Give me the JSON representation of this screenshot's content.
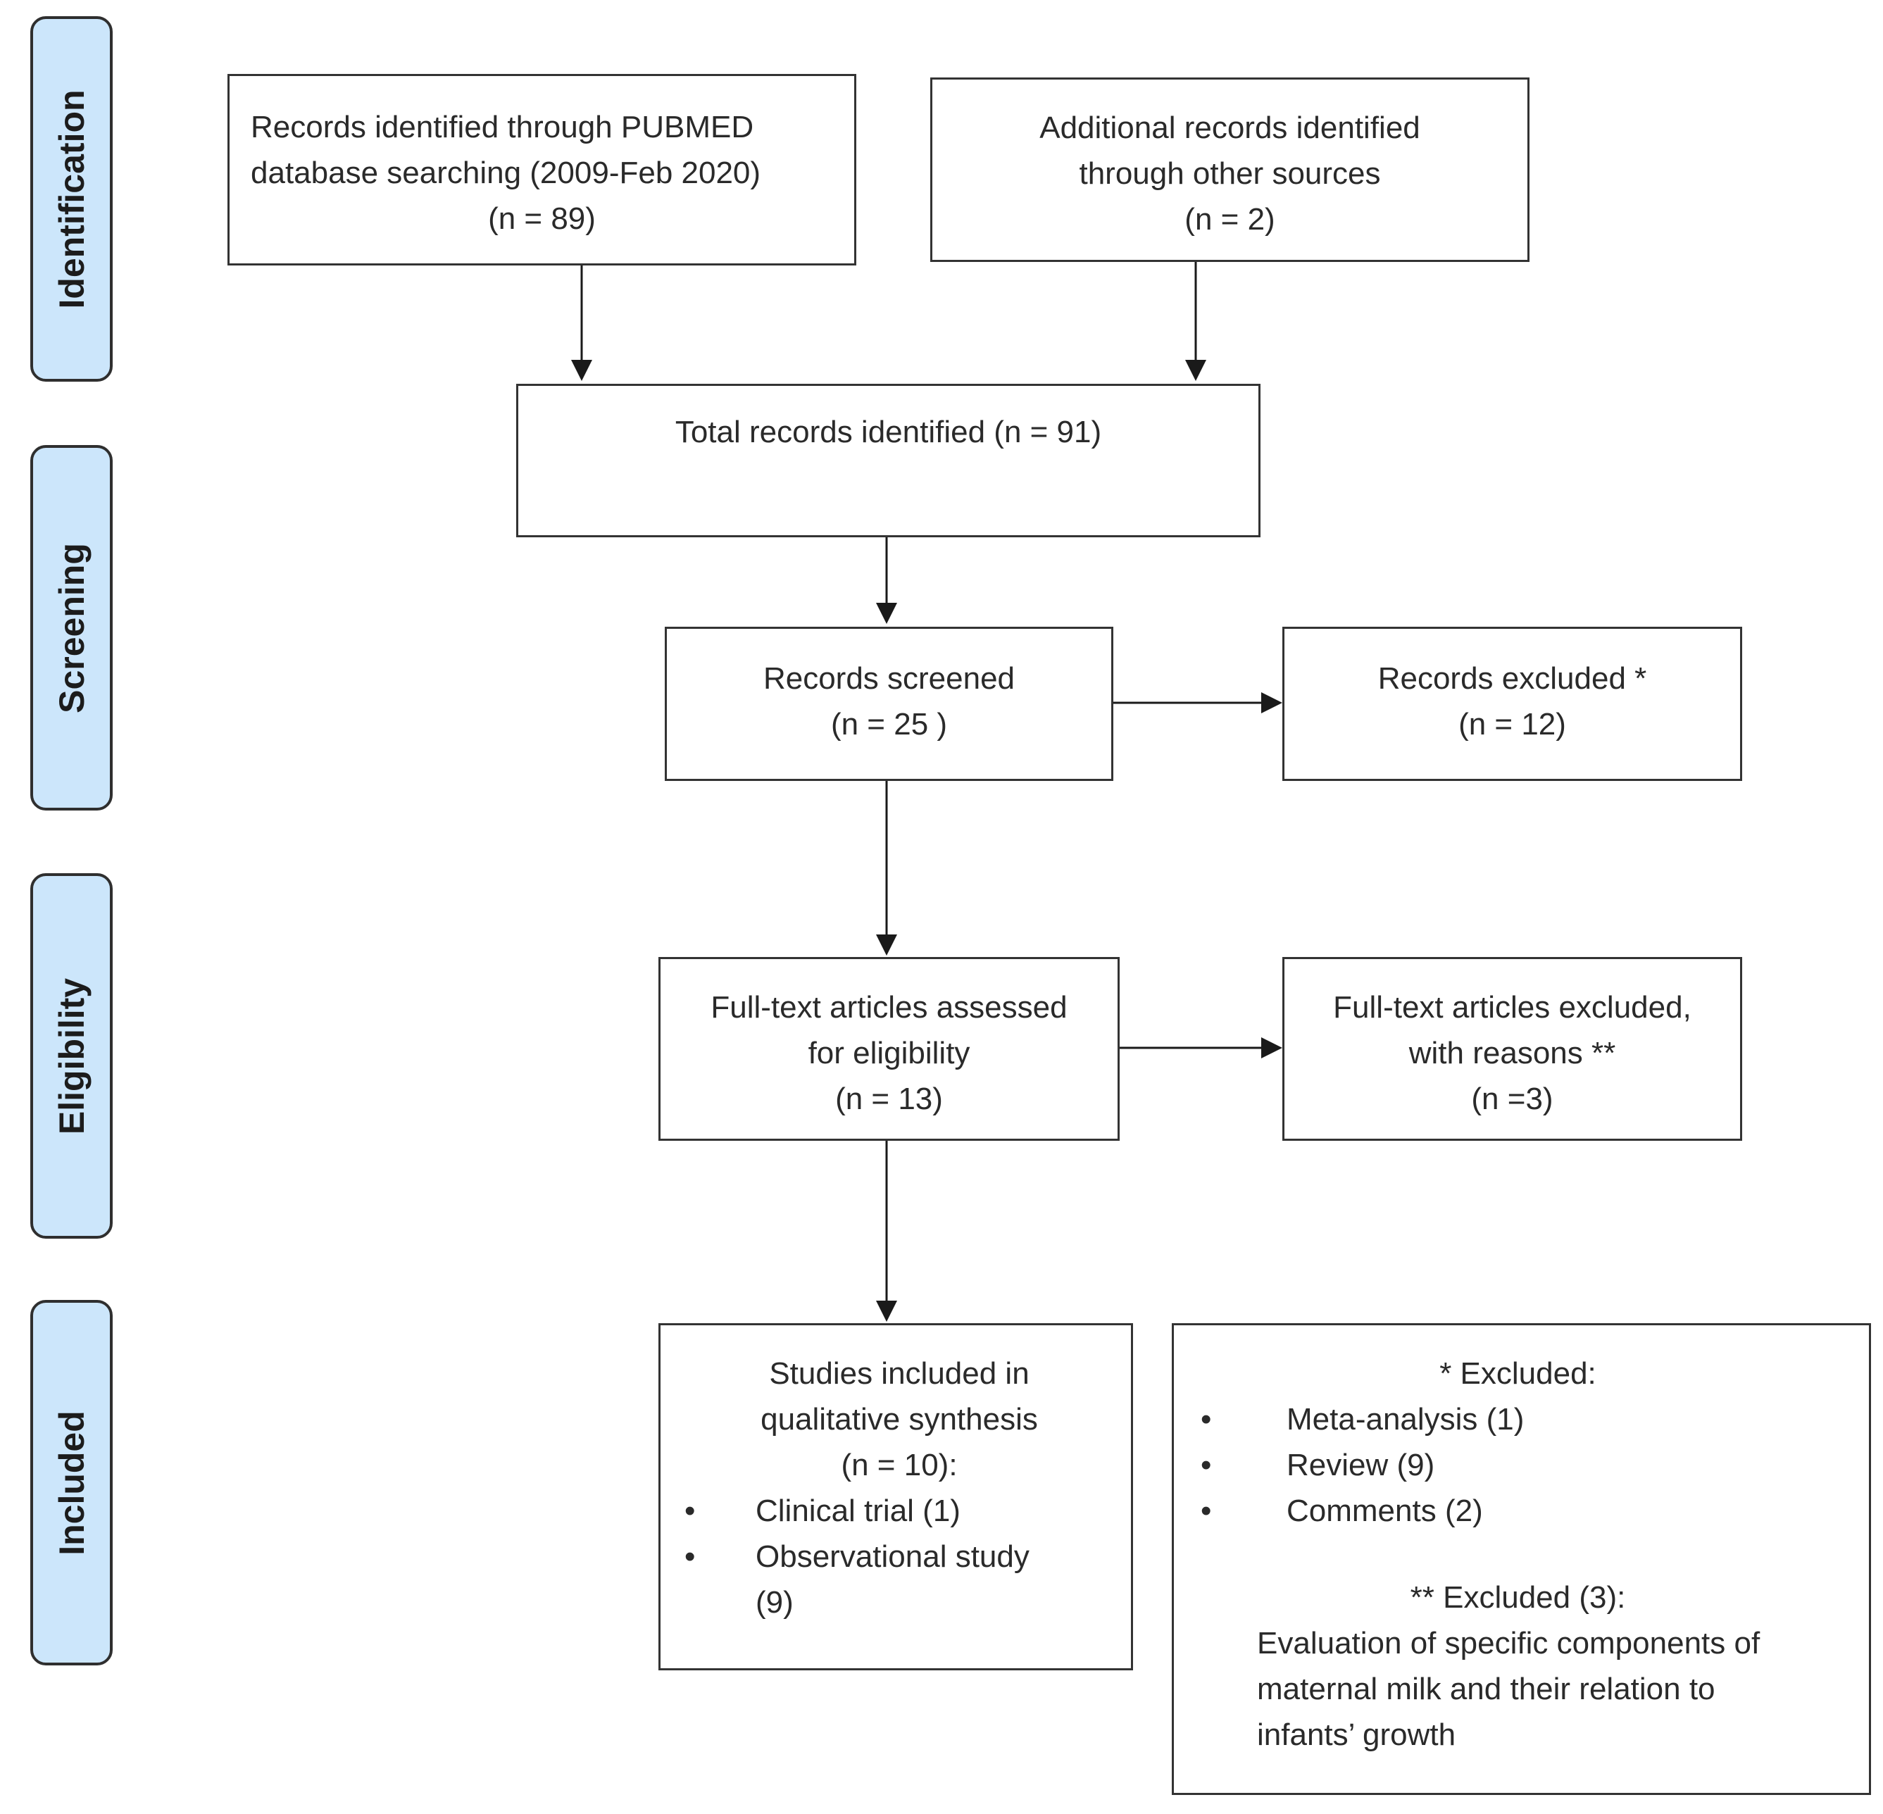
{
  "stages": [
    "Identification",
    "Screening",
    "Eligibility",
    "Included"
  ],
  "boxes": {
    "pubmed": [
      "Records identified through PUBMED",
      "database searching (2009-Feb 2020)",
      "(n = 89)"
    ],
    "other": [
      "Additional records identified",
      "through other sources",
      "(n = 2)"
    ],
    "total": [
      "Total records identified (n = 91)"
    ],
    "screened": [
      "Records screened",
      "(n = 25 )"
    ],
    "excluded": [
      "Records excluded *",
      "(n = 12)"
    ],
    "fulltext": [
      "Full-text articles assessed",
      "for eligibility",
      "(n = 13)"
    ],
    "fulltext_excluded": [
      "Full-text articles excluded,",
      "with reasons **",
      "(n =3)"
    ],
    "included": {
      "lines": [
        "Studies included in",
        "qualitative synthesis",
        "(n = 10):"
      ],
      "bullets": [
        "Clinical trial (1)",
        "Observational study",
        "(9)"
      ]
    },
    "notes": {
      "heading1": "* Excluded:",
      "bullets": [
        "Meta-analysis (1)",
        "Review (9)",
        "Comments (2)"
      ],
      "heading2": "** Excluded (3):",
      "text": [
        "Evaluation of specific components of",
        "maternal milk and their relation to",
        "infants’ growth"
      ]
    }
  },
  "bullet_glyph": "•"
}
